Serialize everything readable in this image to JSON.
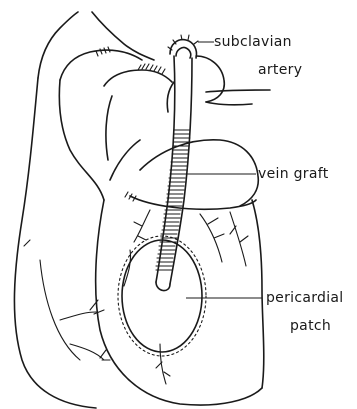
{
  "labels": {
    "subclavian_line1": "subclavian",
    "subclavian_line2": "artery",
    "vein_graft": "vein graft",
    "pericardial_line1": "pericardial",
    "pericardial_line2": "patch"
  }
}
